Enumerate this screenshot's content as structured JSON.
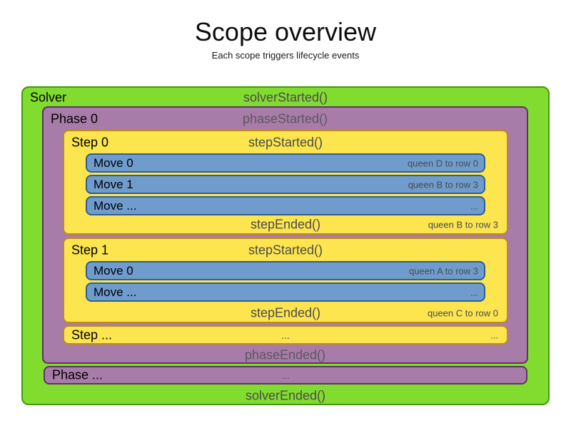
{
  "title": "Scope overview",
  "subtitle": "Each scope triggers lifecycle events",
  "colors": {
    "solver_fill": "#82DC30",
    "solver_border": "#449A05",
    "phase_fill": "#A87CA8",
    "phase_border": "#5C3366",
    "step_fill": "#FCE54E",
    "step_border": "#C08C1E",
    "move_fill": "#6F9CCC",
    "move_border": "#305E92",
    "event_text": "#4B4B4B",
    "phase_event_text": "#5C5660",
    "annotation_text": "#4B4B4B"
  },
  "solver": {
    "label": "Solver",
    "started_event": "solverStarted()",
    "ended_event": "solverEnded()",
    "phases": [
      {
        "label": "Phase 0",
        "started_event": "phaseStarted()",
        "ended_event": "phaseEnded()",
        "steps": [
          {
            "label": "Step 0",
            "started_event": "stepStarted()",
            "ended_event": "stepEnded()",
            "ended_annotation": "queen B to row 3",
            "moves": [
              {
                "label": "Move 0",
                "annotation": "queen D to row 0"
              },
              {
                "label": "Move 1",
                "annotation": "queen B to row 3"
              },
              {
                "label": "Move ...",
                "annotation": "..."
              }
            ]
          },
          {
            "label": "Step 1",
            "started_event": "stepStarted()",
            "ended_event": "stepEnded()",
            "ended_annotation": "queen C to row 0",
            "moves": [
              {
                "label": "Move 0",
                "annotation": "queen A to row 3"
              },
              {
                "label": "Move ...",
                "annotation": "..."
              }
            ]
          },
          {
            "label": "Step ...",
            "center_text": "...",
            "right_text": "..."
          }
        ]
      },
      {
        "label": "Phase ...",
        "center_text": "..."
      }
    ]
  }
}
